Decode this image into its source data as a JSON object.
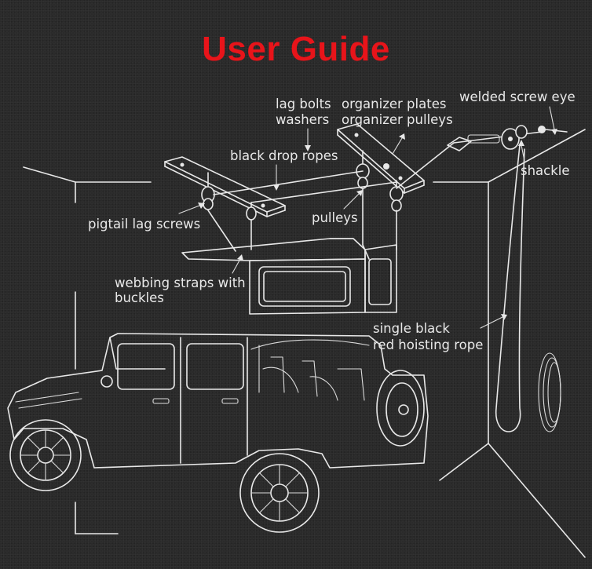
{
  "title": "User Guide",
  "labels": {
    "lag_bolts": "lag bolts",
    "washers": "washers",
    "organizer_plates": "organizer plates",
    "organizer_pulleys": "organizer pulleys",
    "welded_screw_eye": "welded screw eye",
    "black_drop_ropes": "black drop ropes",
    "shackle": "shackle",
    "pigtail_lag_screws": "pigtail lag screws",
    "pulleys": "pulleys",
    "webbing_straps_1": "webbing straps with",
    "webbing_straps_2": "buckles",
    "hoisting_rope_1": "single black",
    "hoisting_rope_2": "red hoisting rope"
  },
  "colors": {
    "title": "#e8141a",
    "line": "#e8e8e8",
    "background": "#2a2a2a"
  }
}
